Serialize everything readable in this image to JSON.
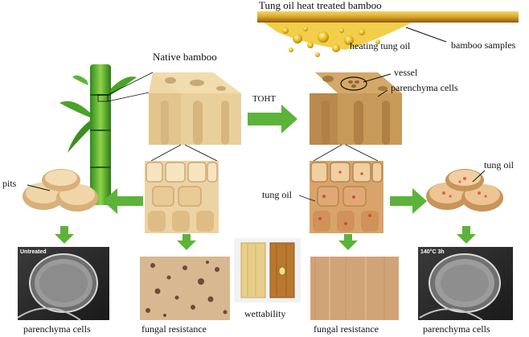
{
  "title": "Tung oil heat treated bamboo",
  "top_labels": {
    "heating_oil": "heating tung oil",
    "bamboo_samples": "bamboo samples"
  },
  "native_label": "Native bamboo",
  "process_label": "TOHT",
  "treated_labels": {
    "vessel": "vessel",
    "parenchyma": "parenchyma cells"
  },
  "mid_labels": {
    "pits": "pits",
    "tung_oil_left": "tung oil",
    "tung_oil_right": "tung oil"
  },
  "panels": {
    "untreated_tag": "Untreated",
    "treated_tag": "140°C 3h",
    "parenchyma_left": "parenchyma cells",
    "fungal_left": "fungal resistance",
    "wettability": "wettability",
    "fungal_right": "fungal resistance",
    "parenchyma_right": "parenchyma cells"
  },
  "colors": {
    "arrow_green": "#5db33a",
    "native_block": "#e9cf9c",
    "treated_block": "#c89a5a",
    "oil_gold": "#e8b515"
  },
  "icons": [
    "bamboo-plant-icon",
    "oil-droplets-icon",
    "green-arrow-icon"
  ]
}
